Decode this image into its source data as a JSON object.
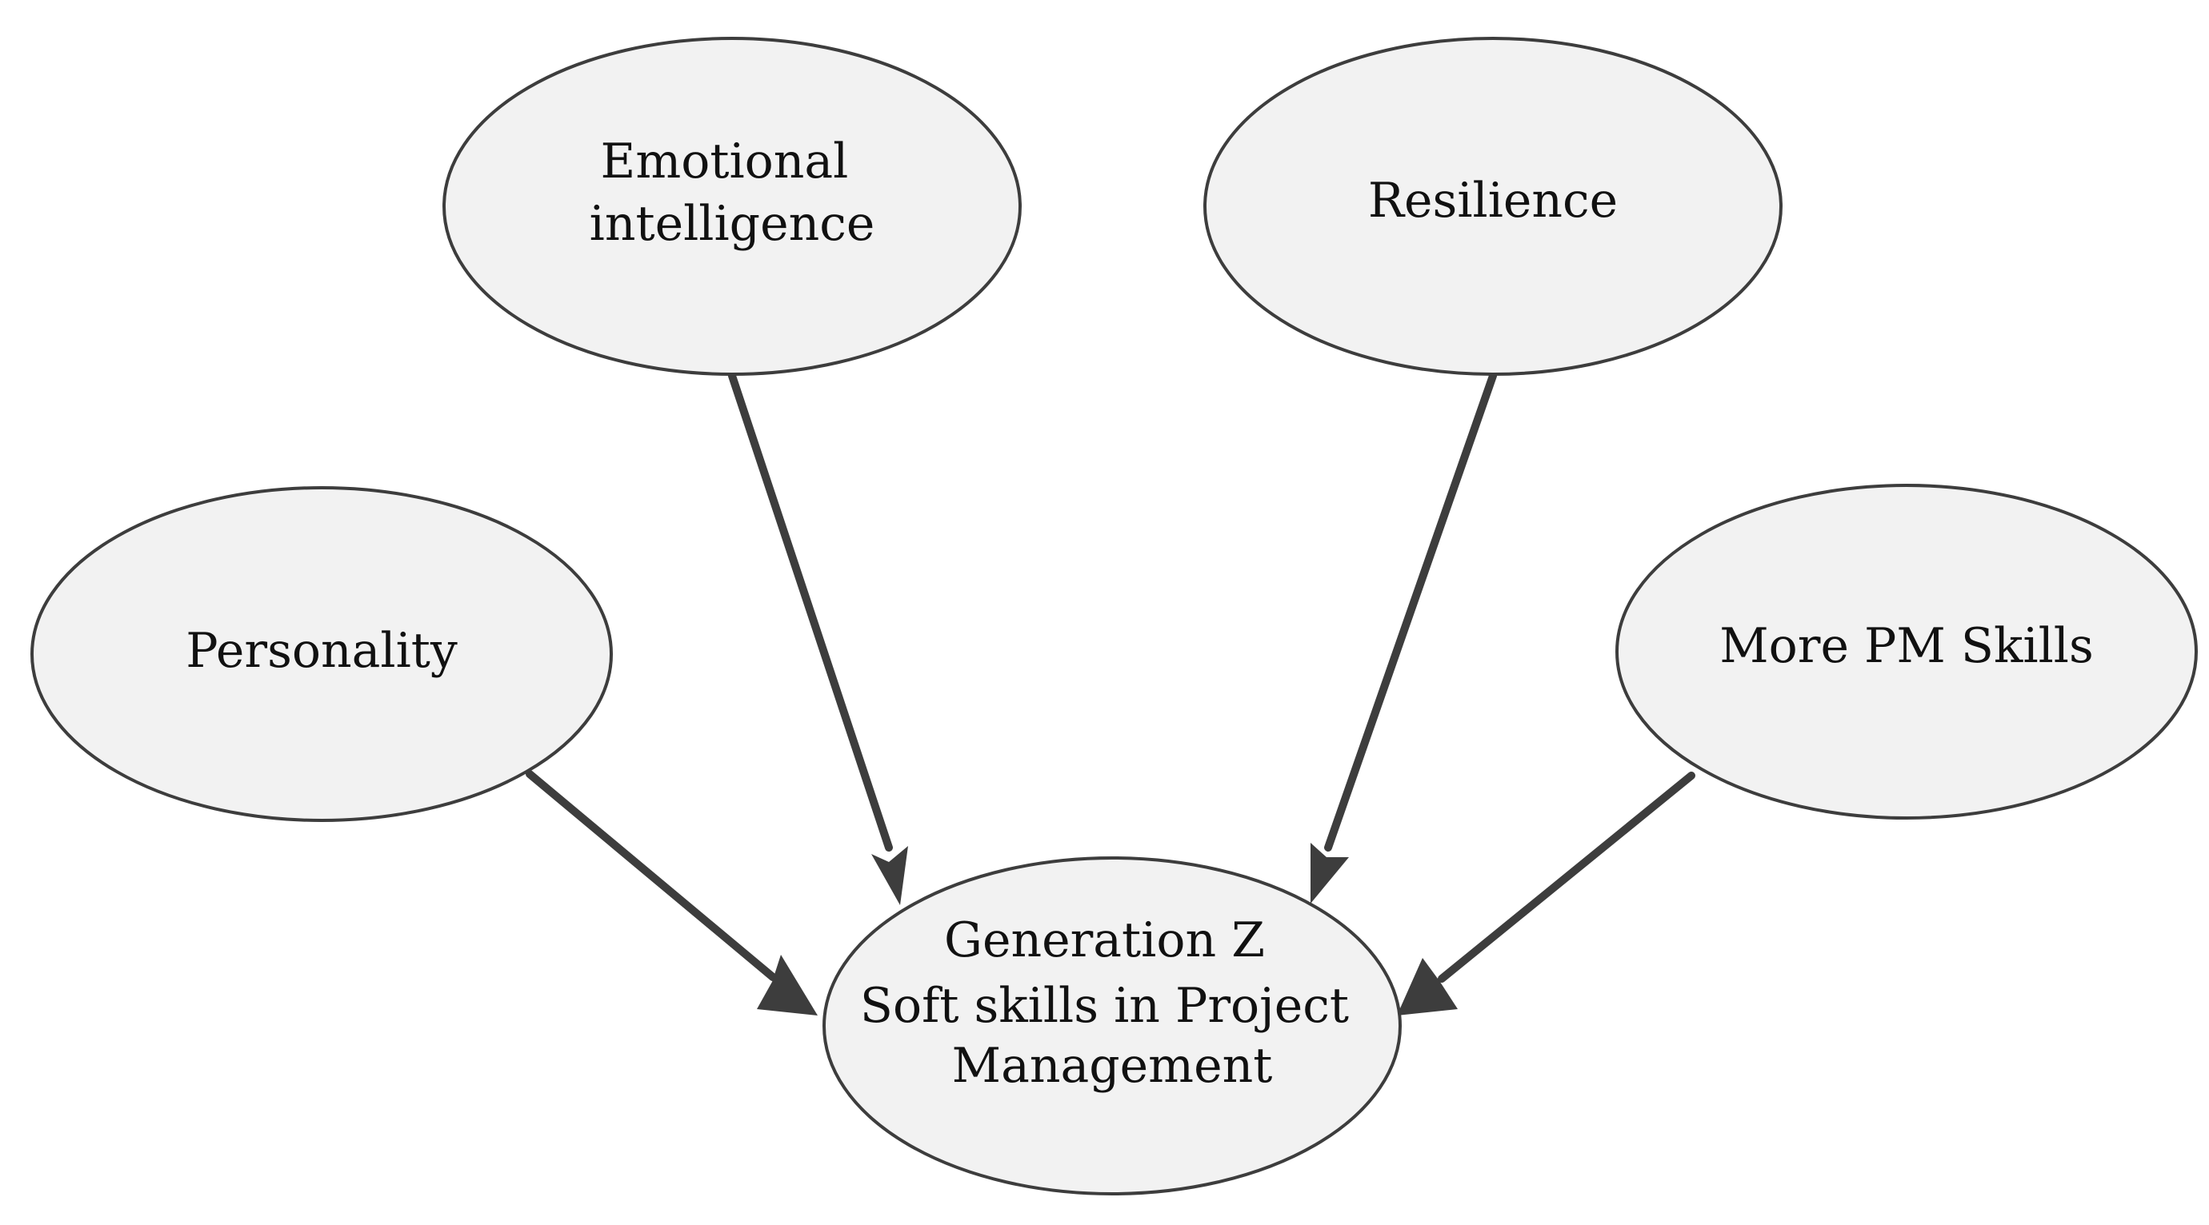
{
  "nodes": {
    "emotional_intelligence": {
      "lines": [
        "Emotional",
        "intelligence"
      ]
    },
    "resilience": {
      "lines": [
        "Resilience"
      ]
    },
    "personality": {
      "lines": [
        "Personality"
      ]
    },
    "more_pm_skills": {
      "lines": [
        "More PM Skills"
      ]
    },
    "center": {
      "lines": [
        "Generation Z",
        "Soft skills in Project",
        "Management"
      ]
    }
  },
  "edges": [
    {
      "from": "emotional_intelligence",
      "to": "center"
    },
    {
      "from": "resilience",
      "to": "center"
    },
    {
      "from": "personality",
      "to": "center"
    },
    {
      "from": "more_pm_skills",
      "to": "center"
    }
  ],
  "colors": {
    "node_fill": "#f2f2f2",
    "stroke": "#3d3d3d",
    "text": "#111111",
    "background": "#ffffff"
  }
}
